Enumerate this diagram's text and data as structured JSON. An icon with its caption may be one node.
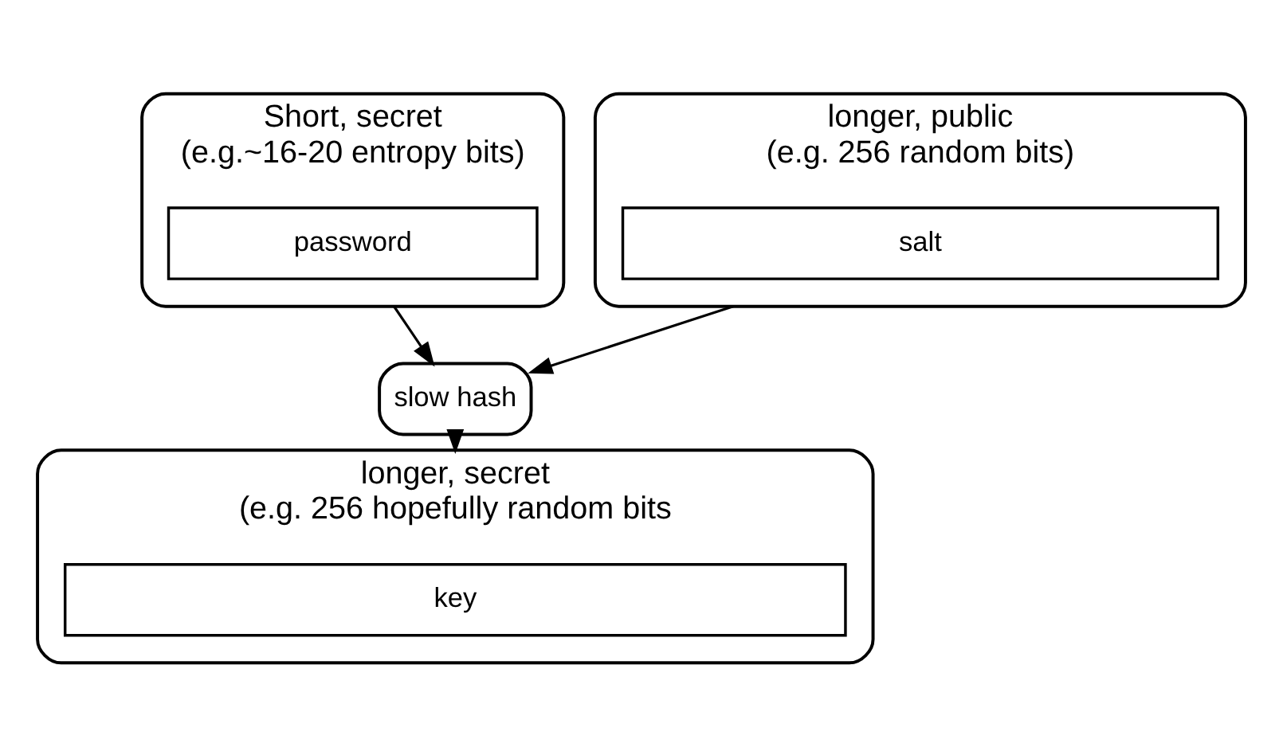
{
  "diagram": {
    "nodes": [
      {
        "text": [
          "Short, secret",
          "(e.g.~16-20 entropy bits)"
        ]
      },
      {
        "text": [
          "password"
        ],
        "in": 0
      },
      {
        "text": [
          "longer, public",
          "(e.g. 256 random bits)"
        ]
      },
      {
        "text": [
          "salt"
        ],
        "in": 2
      },
      {
        "text": [
          "slow hash"
        ]
      },
      {
        "text": [
          "longer, secret",
          "(e.g. 256 hopefully random bits"
        ]
      },
      {
        "text": [
          "key"
        ],
        "in": 5
      }
    ],
    "edges": [
      {
        "from": 0,
        "to": 4,
        "arrow": "to"
      },
      {
        "from": 2,
        "to": 4,
        "arrow": "to"
      },
      {
        "from": 4,
        "to": 5,
        "arrow": "to"
      }
    ]
  }
}
